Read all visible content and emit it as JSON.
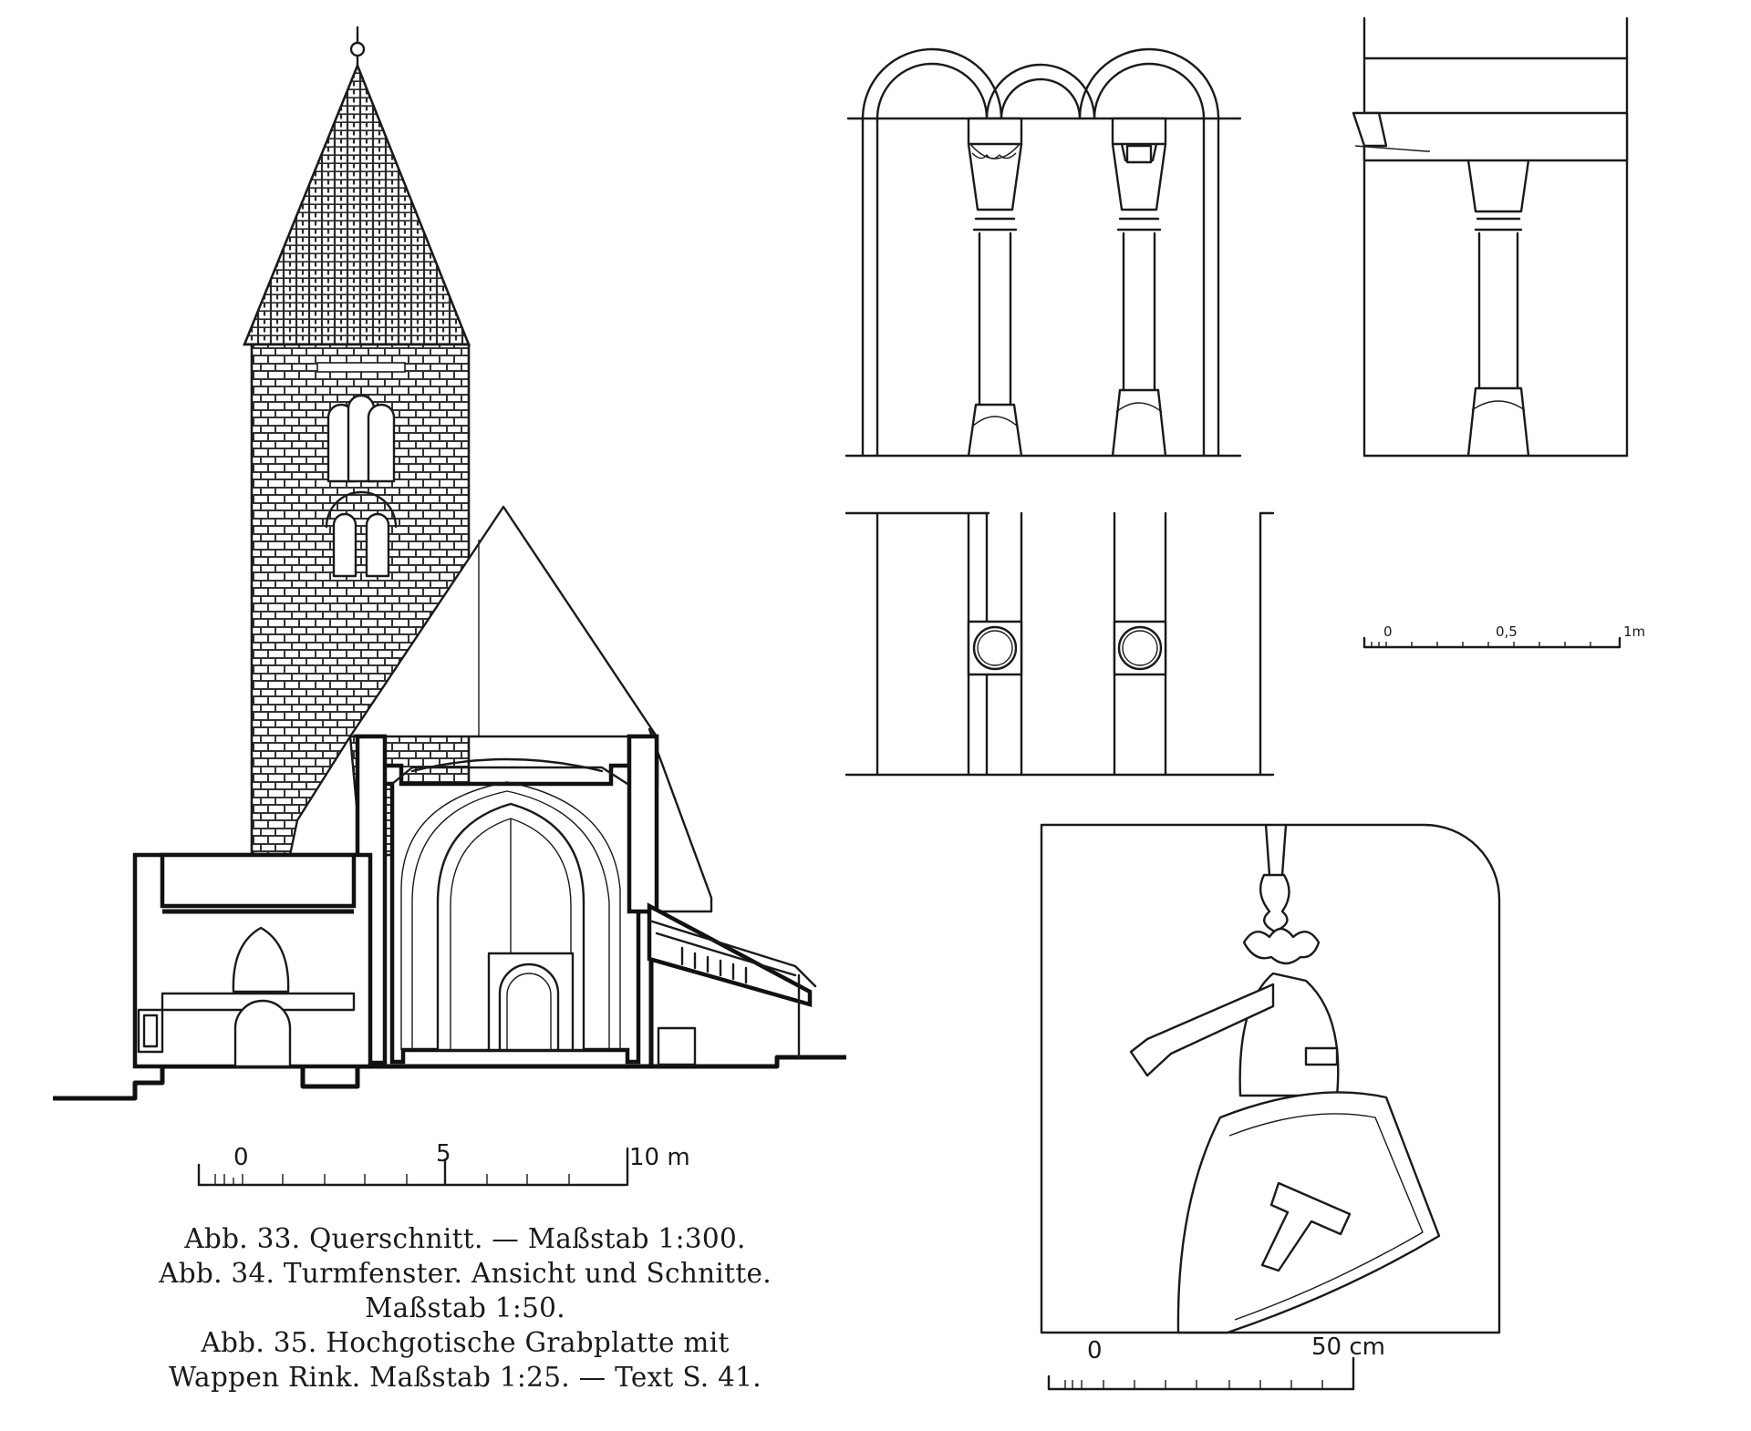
{
  "scale_bars": {
    "section": {
      "start": "0",
      "mid": "5",
      "end": "10 m"
    },
    "window": {
      "start": "0",
      "mid": "0,5",
      "end": "1m"
    },
    "slab": {
      "start": "0",
      "end": "50 cm"
    }
  },
  "caption": {
    "line1": "Abb. 33. Querschnitt. — Maßstab 1:300.",
    "line2": "Abb. 34. Turmfenster. Ansicht und Schnitte.",
    "line3": "Maßstab 1:50.",
    "line4": "Abb. 35. Hochgotische Grabplatte mit",
    "line5": "Wappen Rink. Maßstab 1:25. — Text S. 41."
  }
}
